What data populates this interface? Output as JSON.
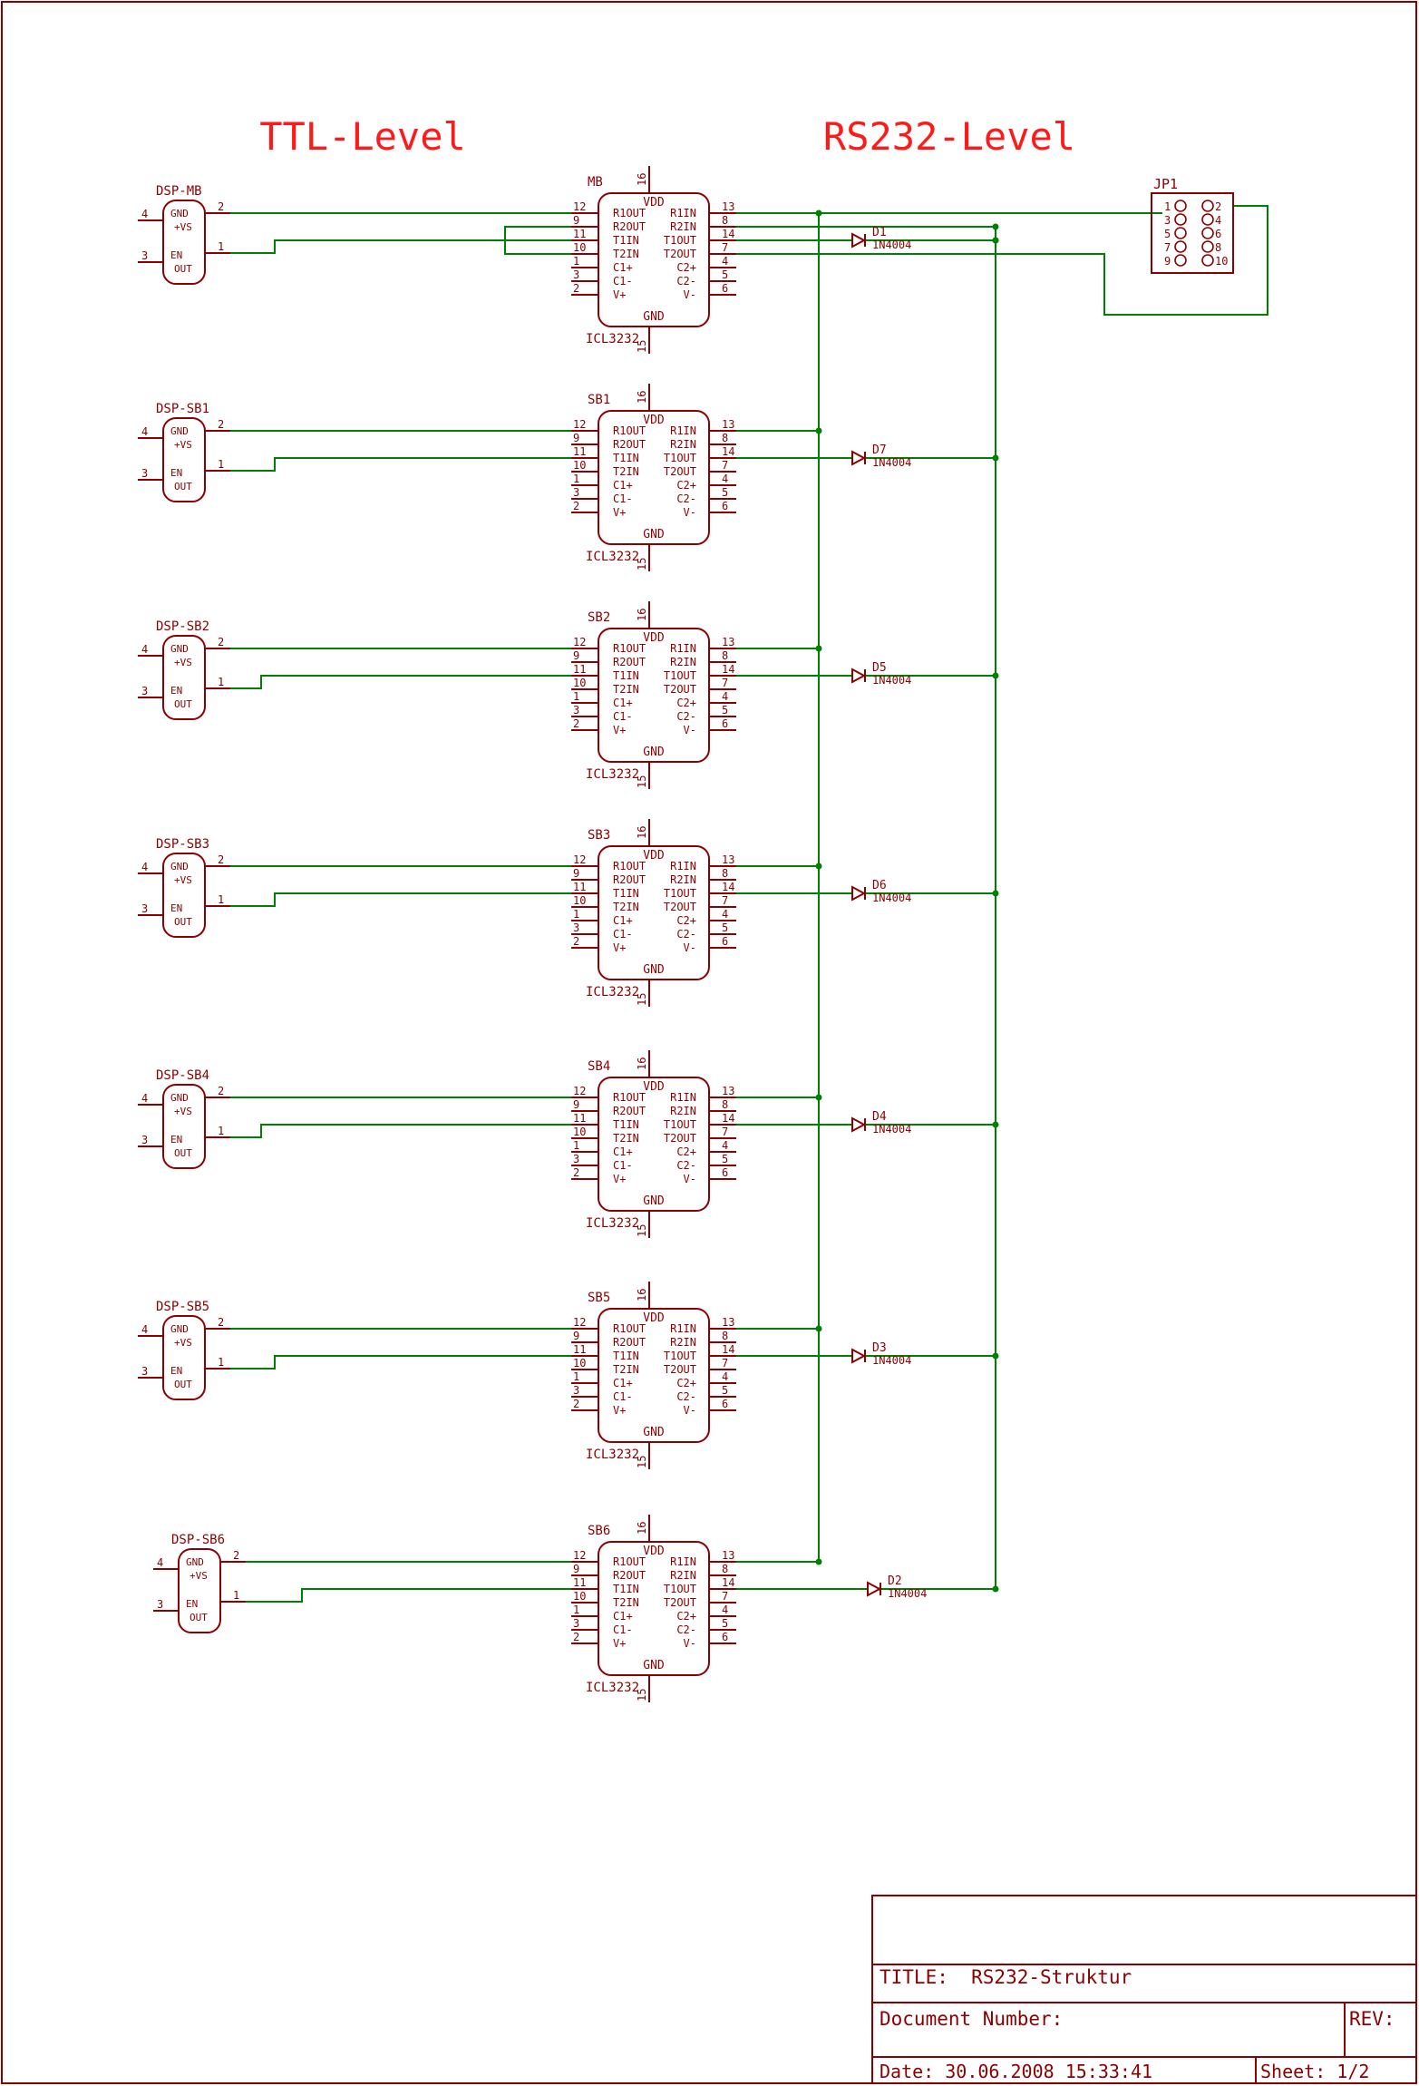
{
  "colors": {
    "part": "#8b0000",
    "wire": "#008000",
    "heading": "#ff1a1a",
    "pin_num": "#800000",
    "frame": "#8b0000"
  },
  "headings": {
    "ttl": "TTL-Level",
    "rs232": "RS232-Level"
  },
  "ic": {
    "value": "ICL3232",
    "vdd": "VDD",
    "gnd": "GND",
    "vdd_pin": "16",
    "gnd_pin": "15",
    "left_pins": [
      {
        "name": "R1OUT",
        "num": "12"
      },
      {
        "name": "R2OUT",
        "num": "9"
      },
      {
        "name": "T1IN",
        "num": "11"
      },
      {
        "name": "T2IN",
        "num": "10"
      },
      {
        "name": "C1+",
        "num": "1"
      },
      {
        "name": "C1-",
        "num": "3"
      },
      {
        "name": "V+",
        "num": "2"
      }
    ],
    "right_pins": [
      {
        "name": "R1IN",
        "num": "13"
      },
      {
        "name": "R2IN",
        "num": "8"
      },
      {
        "name": "T1OUT",
        "num": "14"
      },
      {
        "name": "T2OUT",
        "num": "7"
      },
      {
        "name": "C2+",
        "num": "4"
      },
      {
        "name": "C2-",
        "num": "5"
      },
      {
        "name": "V-",
        "num": "6"
      }
    ]
  },
  "opto": {
    "labels": [
      "GND",
      "+VS",
      "EN",
      "OUT"
    ],
    "left_pins": [
      "4",
      "3"
    ],
    "right_pins": [
      "2",
      "1"
    ]
  },
  "stages": [
    {
      "ic_name": "MB",
      "opto_name": "DSP-MB",
      "diode_name": "D1",
      "diode_value": "1N4004"
    },
    {
      "ic_name": "SB1",
      "opto_name": "DSP-SB1",
      "diode_name": "D7",
      "diode_value": "1N4004"
    },
    {
      "ic_name": "SB2",
      "opto_name": "DSP-SB2",
      "diode_name": "D5",
      "diode_value": "1N4004"
    },
    {
      "ic_name": "SB3",
      "opto_name": "DSP-SB3",
      "diode_name": "D6",
      "diode_value": "1N4004"
    },
    {
      "ic_name": "SB4",
      "opto_name": "DSP-SB4",
      "diode_name": "D4",
      "diode_value": "1N4004"
    },
    {
      "ic_name": "SB5",
      "opto_name": "DSP-SB5",
      "diode_name": "D3",
      "diode_value": "1N4004"
    },
    {
      "ic_name": "SB6",
      "opto_name": "DSP-SB6",
      "diode_name": "D2",
      "diode_value": "1N4004"
    }
  ],
  "connector": {
    "name": "JP1",
    "pins": [
      "1",
      "2",
      "3",
      "4",
      "5",
      "6",
      "7",
      "8",
      "9",
      "10"
    ]
  },
  "titleblock": {
    "title": "TITLE:  RS232-Struktur",
    "docnum": "Document Number:",
    "rev": "REV:",
    "date": "Date: 30.06.2008 15:33:41",
    "sheet": "Sheet: 1/2"
  }
}
